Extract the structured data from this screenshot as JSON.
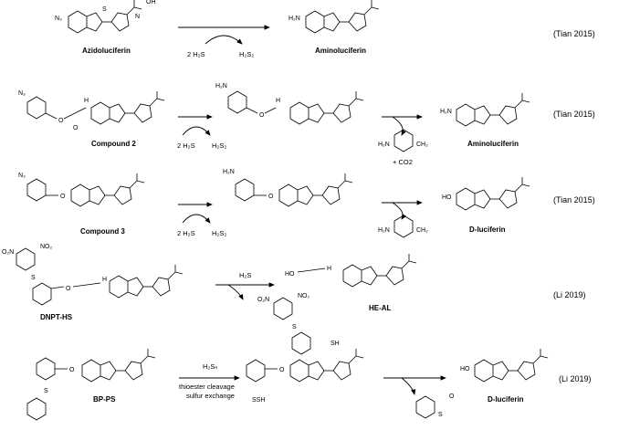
{
  "rows": [
    {
      "reactant": "Azidoluciferin",
      "reagent_top": "",
      "reagent_bottom_left": "2 H₂S",
      "reagent_bottom_right": "H₂S₂",
      "product": "Aminoluciferin",
      "byproduct": "",
      "final_product": "",
      "reference": "(Tian 2015)"
    },
    {
      "reactant": "Compound 2",
      "reagent_top": "",
      "reagent_bottom_left": "2 H₂S",
      "reagent_bottom_right": "H₂S₂",
      "product": "",
      "byproduct": "+ CO2",
      "final_product": "Aminoluciferin",
      "reference": "(Tian 2015)"
    },
    {
      "reactant": "Compound 3",
      "reagent_top": "",
      "reagent_bottom_left": "2 H₂S",
      "reagent_bottom_right": "H₂S₂",
      "product": "",
      "byproduct": "",
      "final_product": "D-luciferin",
      "reference": "(Tian 2015)"
    },
    {
      "reactant": "DNPT-HS",
      "reagent_top": "H₂S",
      "reagent_bottom_left": "",
      "reagent_bottom_right": "",
      "product": "HE-AL",
      "byproduct": "",
      "final_product": "",
      "reference": "(Li 2019)"
    },
    {
      "reactant": "BP-PS",
      "reagent_top": "H₂Sₙ",
      "reagent_bottom_left": "thioester cleavage",
      "reagent_bottom_right": "sulfur exchange",
      "product": "",
      "byproduct": "",
      "final_product": "D-luciferin",
      "reference": "(Li 2019)"
    }
  ],
  "atoms": {
    "N3": "N₃",
    "N": "N",
    "S": "S",
    "OH": "OH",
    "O": "O",
    "H2N": "H₂N",
    "HO": "HO",
    "H": "H",
    "NO2": "NO₂",
    "O2N": "O₂N",
    "SH": "SH",
    "SSH": "SSH",
    "CH2": "CH₂"
  }
}
